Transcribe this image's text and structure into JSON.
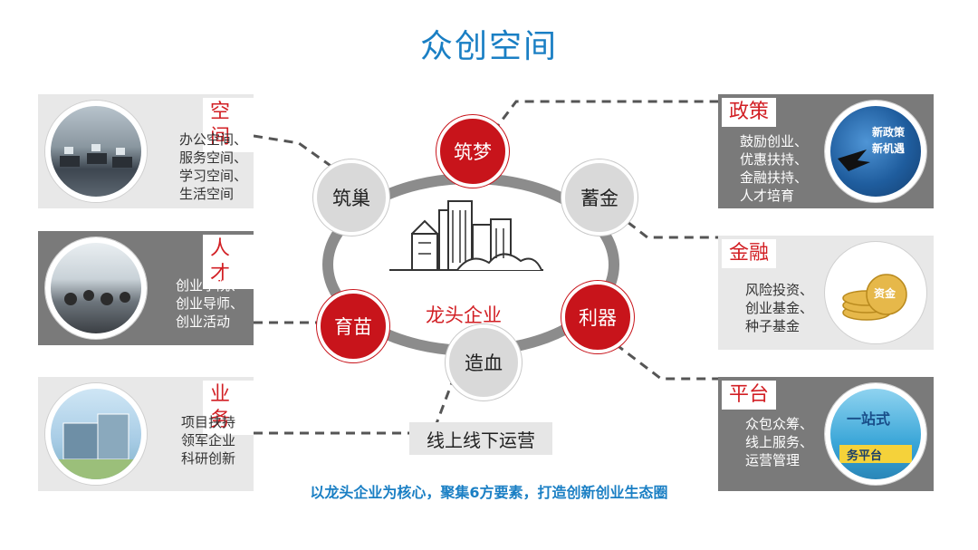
{
  "title": "众创空间",
  "center": {
    "label": "龙头企业"
  },
  "nodes": {
    "zhumeng": "筑梦",
    "xujin": "蓄金",
    "liqi": "利器",
    "zaoxue": "造血",
    "yumiao": "育苗",
    "zhuchao": "筑巢"
  },
  "ops_label": "线上线下运营",
  "footer": "以龙头企业为核心，聚集6方要素，打造创新创业生态圈",
  "panels": {
    "space": {
      "tag": "空间",
      "items": [
        "办公空间、",
        "服务空间、",
        "学习空间、",
        "生活空间"
      ]
    },
    "talent": {
      "tag": "人才",
      "items": [
        "创业学院、",
        "创业导师、",
        "创业活动"
      ]
    },
    "business": {
      "tag": "业务",
      "items": [
        "项目扶持",
        "领军企业",
        "科研创新"
      ]
    },
    "policy": {
      "tag": "政策",
      "items": [
        "鼓励创业、",
        "优惠扶持、",
        "金融扶持、",
        "人才培育"
      ],
      "image_text": [
        "新政策",
        "新机遇"
      ]
    },
    "finance": {
      "tag": "金融",
      "items": [
        "风险投资、",
        "创业基金、",
        "种子基金"
      ],
      "image_text": "资金"
    },
    "platform": {
      "tag": "平台",
      "items": [
        "众包众筹、",
        "线上服务、",
        "运营管理"
      ],
      "image_text": [
        "一站式",
        "务平台"
      ]
    }
  },
  "colors": {
    "accent_red": "#c8141b",
    "title_blue": "#1a7fc4",
    "panel_dark": "#7a7a7a",
    "panel_light": "#e8e8e8"
  }
}
